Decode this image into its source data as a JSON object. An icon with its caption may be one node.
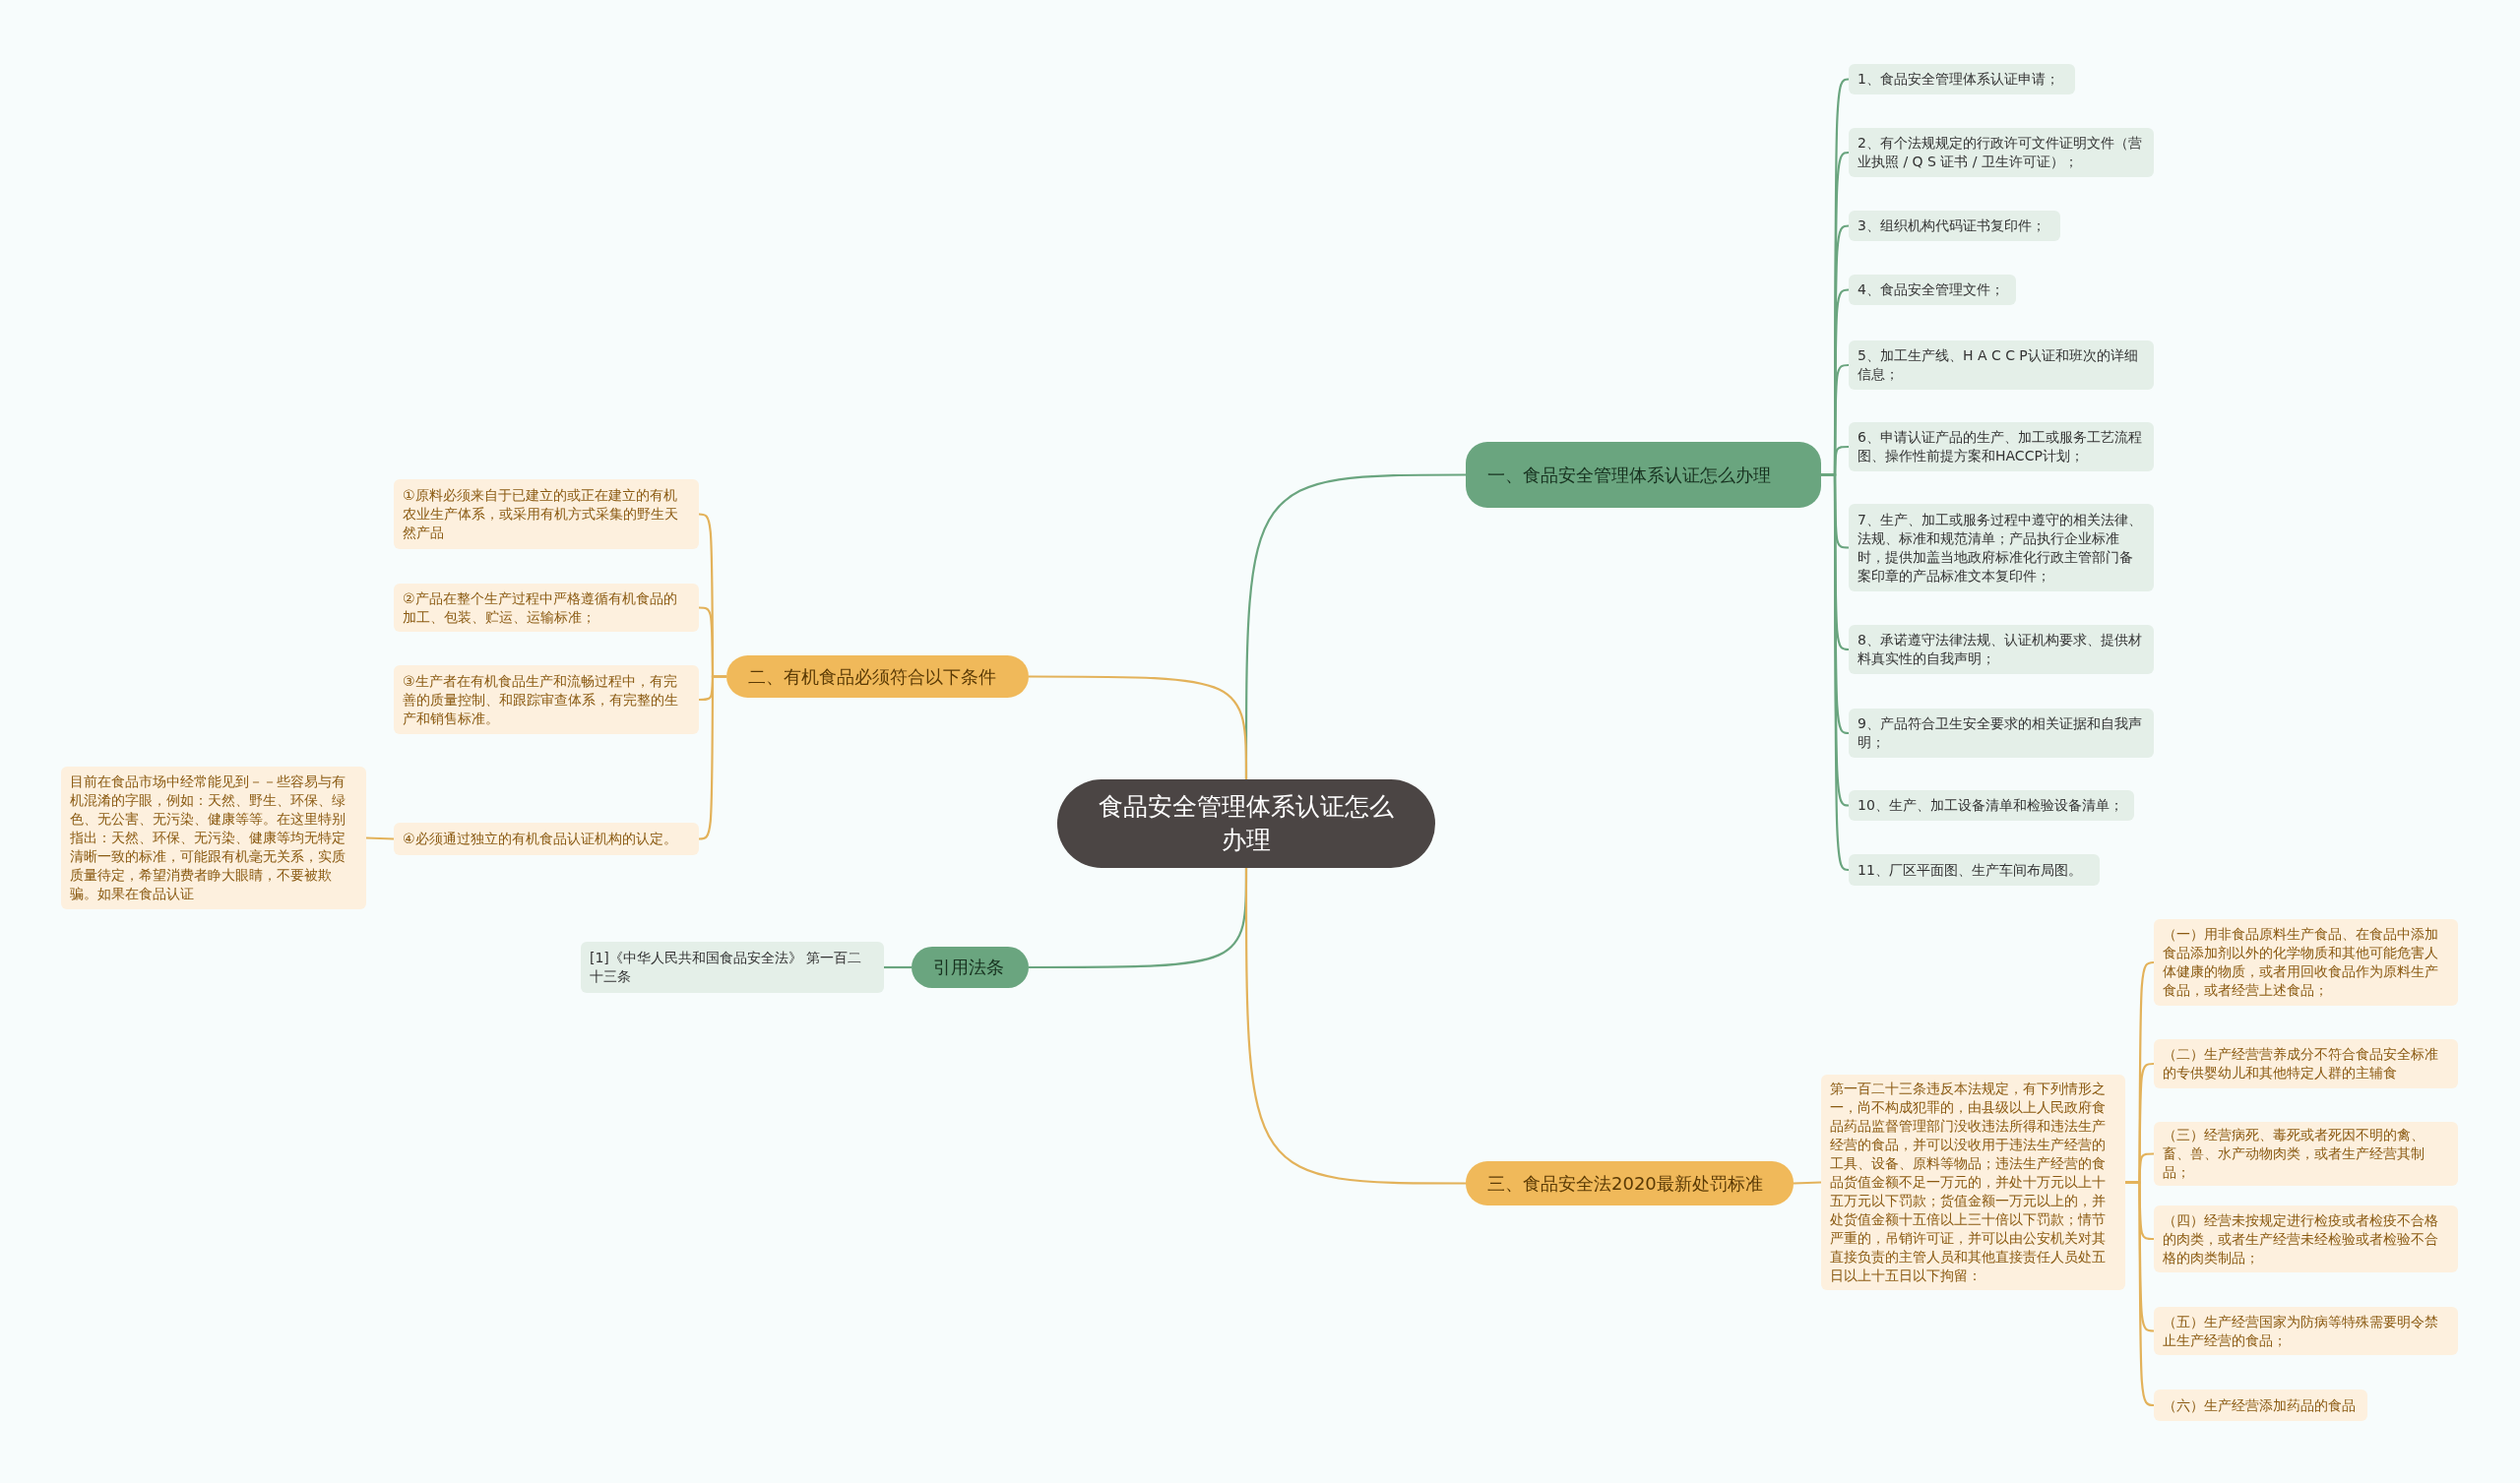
{
  "diagram": {
    "nodes": [
      {
        "text": [
          "食品安全管理体系认证怎么办理"
        ]
      },
      {
        "text": [
          "一、食品安全管理体系认证怎么办理"
        ]
      },
      {
        "text": [
          "1、食品安全管理体系认证申请；"
        ]
      },
      {
        "text": [
          "2、有个法规规定的行政许可文件证明文件（营业执照 / Q S 证书 / 卫生许可证）；"
        ]
      },
      {
        "text": [
          "3、组织机构代码证书复印件；"
        ]
      },
      {
        "text": [
          "4、食品安全管理文件；"
        ]
      },
      {
        "text": [
          "5、加工生产线、H A C C P认证和班次的详细信息；"
        ]
      },
      {
        "text": [
          "6、申请认证产品的生产、加工或服务工艺流程图、操作性前提方案和HACCP计划；"
        ]
      },
      {
        "text": [
          "7、生产、加工或服务过程中遵守的相关法律、法规、标准和规范清单；产品执行企业标准时，提供加盖当地政府标准化行政主管部门备案印章的产品标准文本复印件；"
        ]
      },
      {
        "text": [
          "8、承诺遵守法律法规、认证机构要求、提供材料真实性的自我声明；"
        ]
      },
      {
        "text": [
          "9、产品符合卫生安全要求的相关证据和自我声明；"
        ]
      },
      {
        "text": [
          "10、生产、加工设备清单和检验设备清单；"
        ]
      },
      {
        "text": [
          "11、厂区平面图、生产车间布局图。"
        ]
      },
      {
        "text": [
          "二、有机食品必须符合以下条件"
        ]
      },
      {
        "text": [
          "①原料必须来自于已建立的或正在建立的有机农业生产体系，或采用有机方式采集的野生天然产品"
        ]
      },
      {
        "text": [
          "②产品在整个生产过程中严格遵循有机食品的加工、包装、贮运、运输标准；"
        ]
      },
      {
        "text": [
          "③生产者在有机食品生产和流畅过程中，有完善的质量控制、和跟踪审查体系，有完整的生产和销售标准。"
        ]
      },
      {
        "text": [
          "④必须通过独立的有机食品认证机构的认定。"
        ]
      },
      {
        "text": [
          "目前在食品市场中经常能见到－－些容易与有机混淆的字眼，例如：天然、野生、环保、绿色、无公害、无污染、健康等等。在这里特别指出：天然、环保、无污染、健康等均无特定清晰一致的标准，可能跟有机毫无关系，实质质量待定，希望消费者睁大眼睛，不要被欺骗。如果在食品认证"
        ]
      },
      {
        "text": [
          "引用法条"
        ]
      },
      {
        "text": [
          "[1]《中华人民共和国食品安全法》 第一百二十三条"
        ]
      },
      {
        "text": [
          "三、食品安全法2020最新处罚标准"
        ]
      },
      {
        "text": [
          "第一百二十三条违反本法规定，有下列情形之一，尚不构成犯罪的，由县级以上人民政府食品药品监督管理部门没收违法所得和违法生产经营的食品，并可以没收用于违法生产经营的工具、设备、原料等物品；违法生产经营的食品货值金额不足一万元的，并处十万元以上十五万元以下罚款；货值金额一万元以上的，并处货值金额十五倍以上三十倍以下罚款；情节严重的，吊销许可证，并可以由公安机关对其直接负责的主管人员和其他直接责任人员处五日以上十五日以下拘留："
        ]
      },
      {
        "text": [
          "（一）用非食品原料生产食品、在食品中添加食品添加剂以外的化学物质和其他可能危害人体健康的物质，或者用回收食品作为原料生产食品，或者经营上述食品；"
        ]
      },
      {
        "text": [
          "（二）生产经营营养成分不符合食品安全标准的专供婴幼儿和其他特定人群的主辅食"
        ]
      },
      {
        "text": [
          "（三）经营病死、毒死或者死因不明的禽、畜、兽、水产动物肉类，或者生产经营其制品；"
        ]
      },
      {
        "text": [
          "（四）经营未按规定进行检疫或者检疫不合格的肉类，或者生产经营未经检验或者检验不合格的肉类制品；"
        ]
      },
      {
        "text": [
          "（五）生产经营国家为防病等特殊需要明令禁止生产经营的食品；"
        ]
      },
      {
        "text": [
          "（六）生产经营添加药品的食品"
        ]
      }
    ],
    "edges": [
      {
        "from": 0,
        "to": 1,
        "arrow": "none",
        "color": "#6aa57f"
      },
      {
        "from": 1,
        "to": 2,
        "arrow": "none",
        "color": "#6aa57f"
      },
      {
        "from": 1,
        "to": 3,
        "arrow": "none",
        "color": "#6aa57f"
      },
      {
        "from": 1,
        "to": 4,
        "arrow": "none",
        "color": "#6aa57f"
      },
      {
        "from": 1,
        "to": 5,
        "arrow": "none",
        "color": "#6aa57f"
      },
      {
        "from": 1,
        "to": 6,
        "arrow": "none",
        "color": "#6aa57f"
      },
      {
        "from": 1,
        "to": 7,
        "arrow": "none",
        "color": "#6aa57f"
      },
      {
        "from": 1,
        "to": 8,
        "arrow": "none",
        "color": "#6aa57f"
      },
      {
        "from": 1,
        "to": 9,
        "arrow": "none",
        "color": "#6aa57f"
      },
      {
        "from": 1,
        "to": 10,
        "arrow": "none",
        "color": "#6aa57f"
      },
      {
        "from": 1,
        "to": 11,
        "arrow": "none",
        "color": "#6aa57f"
      },
      {
        "from": 1,
        "to": 12,
        "arrow": "none",
        "color": "#6aa57f"
      },
      {
        "from": 0,
        "to": 13,
        "arrow": "none",
        "color": "#e3b25a"
      },
      {
        "from": 13,
        "to": 14,
        "arrow": "none",
        "color": "#e3b25a"
      },
      {
        "from": 13,
        "to": 15,
        "arrow": "none",
        "color": "#e3b25a"
      },
      {
        "from": 13,
        "to": 16,
        "arrow": "none",
        "color": "#e3b25a"
      },
      {
        "from": 13,
        "to": 17,
        "arrow": "none",
        "color": "#e3b25a"
      },
      {
        "from": 17,
        "to": 18,
        "arrow": "none",
        "color": "#e3b25a"
      },
      {
        "from": 0,
        "to": 19,
        "arrow": "none",
        "color": "#6aa57f"
      },
      {
        "from": 19,
        "to": 20,
        "arrow": "none",
        "color": "#6aa57f"
      },
      {
        "from": 0,
        "to": 21,
        "arrow": "none",
        "color": "#e3b25a"
      },
      {
        "from": 21,
        "to": 22,
        "arrow": "none",
        "color": "#e3b25a"
      },
      {
        "from": 22,
        "to": 23,
        "arrow": "none",
        "color": "#e3b25a"
      },
      {
        "from": 22,
        "to": 24,
        "arrow": "none",
        "color": "#e3b25a"
      },
      {
        "from": 22,
        "to": 25,
        "arrow": "none",
        "color": "#e3b25a"
      },
      {
        "from": 22,
        "to": 26,
        "arrow": "none",
        "color": "#e3b25a"
      },
      {
        "from": 22,
        "to": 27,
        "arrow": "none",
        "color": "#e3b25a"
      },
      {
        "from": 22,
        "to": 28,
        "arrow": "none",
        "color": "#e3b25a"
      }
    ]
  }
}
